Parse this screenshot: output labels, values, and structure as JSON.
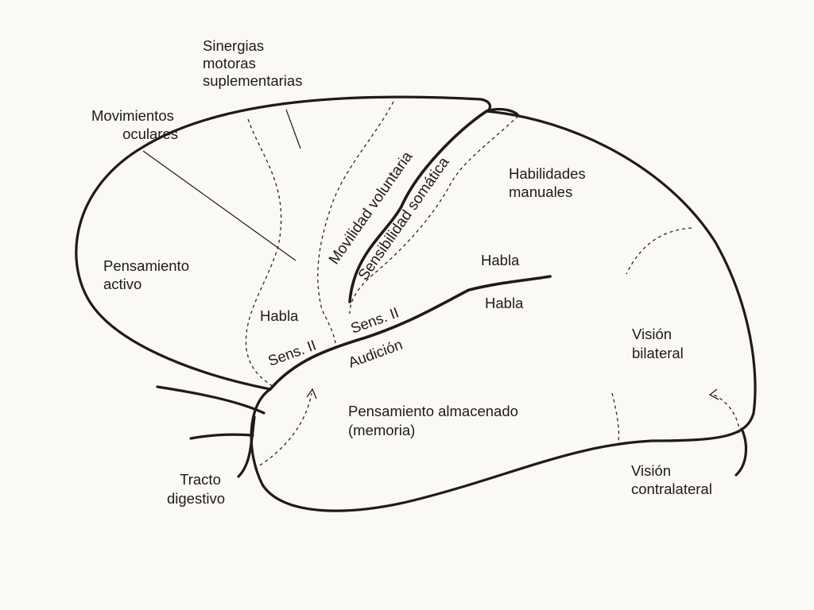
{
  "labels": {
    "sinergias": [
      "Sinergias",
      "motoras",
      "suplementarias"
    ],
    "movimientos_oculares": [
      "Movimientos",
      "oculares"
    ],
    "pensamiento_activo": [
      "Pensamiento",
      "activo"
    ],
    "movilidad_voluntaria": "Movilidad voluntaria",
    "sensibilidad_somatica": "Sensibilidad somática",
    "habilidades_manuales": [
      "Habilidades",
      "manuales"
    ],
    "habla_upper": "Habla",
    "habla_lower": "Habla",
    "habla_frontal": "Habla",
    "sens_ii_frontal": "Sens. II",
    "sens_ii_parietal": "Sens. II",
    "audicion": "Audición",
    "vision_bilateral": [
      "Visión",
      "bilateral"
    ],
    "pensamiento_almacenado": [
      "Pensamiento almacenado",
      "(memoria)"
    ],
    "tracto_digestivo": [
      "Tracto",
      "digestivo"
    ],
    "vision_contralateral": [
      "Visión",
      "contralateral"
    ]
  }
}
